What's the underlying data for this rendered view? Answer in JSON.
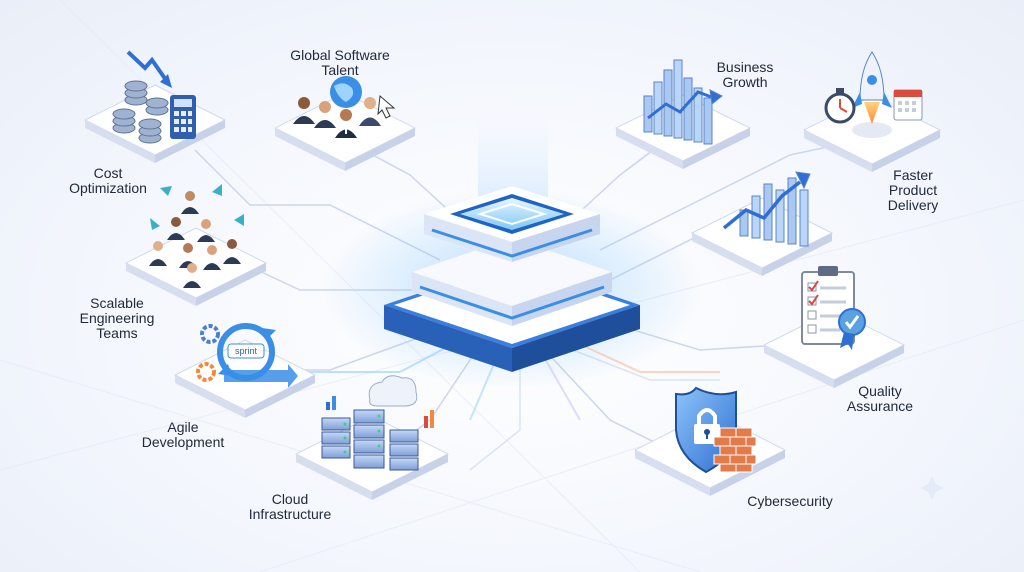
{
  "hub": {
    "icon": "stacked-server-hub-icon"
  },
  "nodes": {
    "cost": {
      "label": "Cost\nOptimization",
      "icon": "coins-calculator-icon"
    },
    "talent": {
      "label": "Global Software\nTalent",
      "icon": "globe-people-icon"
    },
    "growth": {
      "label": "Business\nGrowth",
      "icon": "bar-chart-icon"
    },
    "delivery": {
      "label": "Faster\nProduct\nDelivery",
      "icon": "rocket-stopwatch-icon"
    },
    "scalable": {
      "label": "Scalable\nEngineering\nTeams",
      "icon": "team-expand-icon"
    },
    "trend": {
      "icon": "trend-arrow-chart-icon"
    },
    "agile": {
      "label": "Agile\nDevelopment",
      "icon": "sprint-cycle-icon",
      "badge": "sprint"
    },
    "quality": {
      "label": "Quality\nAssurance",
      "icon": "checklist-badge-icon"
    },
    "cloud": {
      "label": "Cloud\nInfrastructure",
      "icon": "cloud-servers-icon"
    },
    "cyber": {
      "label": "Cybersecurity",
      "icon": "shield-lock-firewall-icon"
    }
  },
  "colors": {
    "accent": "#3a8ee6",
    "tile_top": "#ffffff",
    "tile_side": "#d6def0",
    "connector": "#cdd6ea",
    "text": "#222a3a"
  }
}
